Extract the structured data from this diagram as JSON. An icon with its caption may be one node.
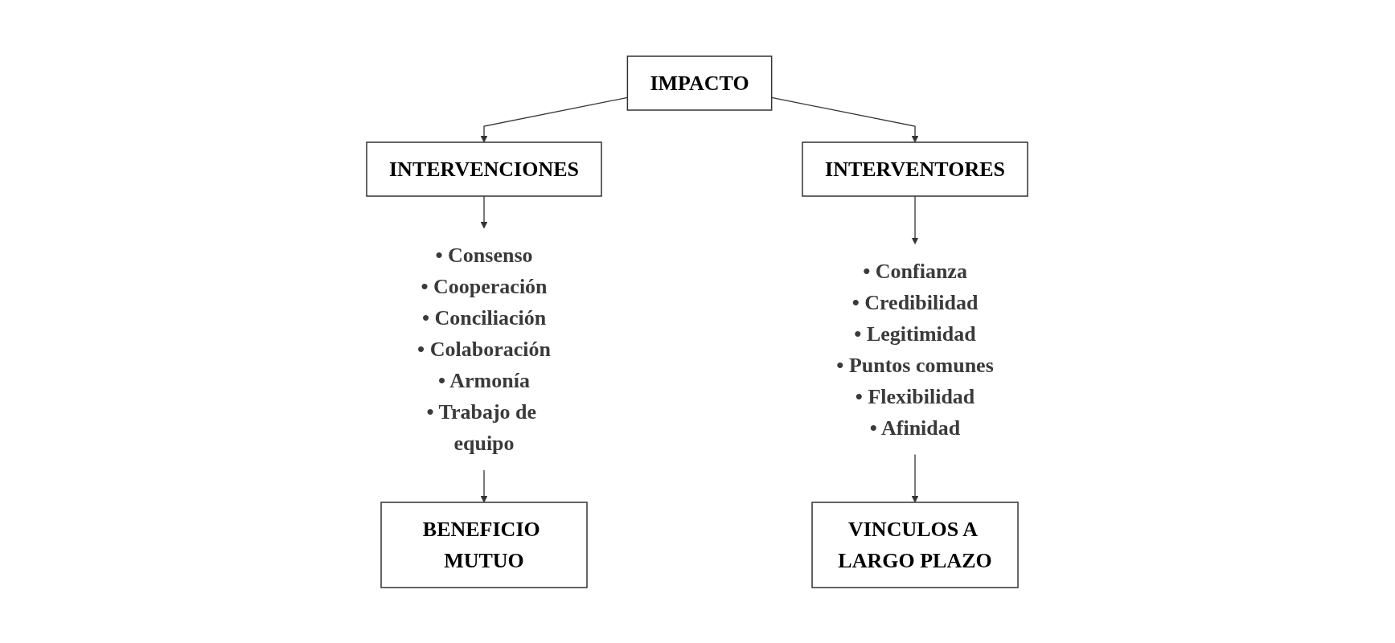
{
  "diagram": {
    "nodes": [
      {
        "text": [
          "IMPACTO"
        ]
      },
      {
        "text": [
          "INTERVENCIONES"
        ]
      },
      {
        "text": [
          "INTERVENTORES"
        ]
      },
      {
        "text": [
          "• Consenso",
          "• Cooperación",
          "• Conciliación",
          "• Colaboración",
          "• Armonía",
          "• Trabajo de equipo"
        ]
      },
      {
        "text": [
          "• Confianza",
          "• Credibilidad",
          "• Legitimidad",
          "• Puntos comunes",
          "• Flexibilidad",
          "• Afinidad"
        ]
      },
      {
        "text": [
          "BENEFICIO MUTUO"
        ]
      },
      {
        "text": [
          "VINCULOS A LARGO PLAZO"
        ]
      }
    ],
    "edges": [
      {
        "from": 0,
        "to": 1,
        "arrow": "to"
      },
      {
        "from": 0,
        "to": 2,
        "arrow": "to"
      },
      {
        "from": 1,
        "to": 3,
        "arrow": "to"
      },
      {
        "from": 2,
        "to": 4,
        "arrow": "to"
      },
      {
        "from": 3,
        "to": 5,
        "arrow": "to"
      },
      {
        "from": 4,
        "to": 6,
        "arrow": "to"
      }
    ]
  }
}
